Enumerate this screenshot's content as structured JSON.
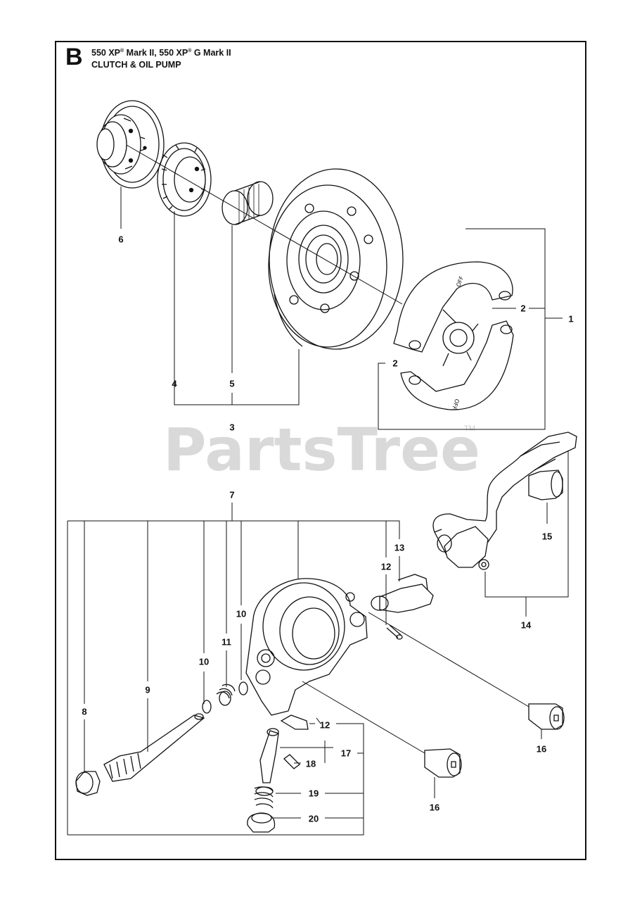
{
  "header": {
    "section_letter": "B",
    "model_a": "550 XP",
    "reg_mark": "®",
    "model_a_suffix": " Mark II, 550 XP",
    "model_b_suffix": " G Mark II",
    "subtitle": "CLUTCH & OIL PUMP"
  },
  "watermark": {
    "text": "PartsTree",
    "tm": "TM"
  },
  "callouts": {
    "c1": "1",
    "c2a": "2",
    "c2b": "2",
    "c3": "3",
    "c4": "4",
    "c5": "5",
    "c6": "6",
    "c7": "7",
    "c8": "8",
    "c9": "9",
    "c10a": "10",
    "c10b": "10",
    "c11": "11",
    "c12a": "12",
    "c12b": "12",
    "c13": "13",
    "c14": "14",
    "c15": "15",
    "c16a": "16",
    "c16b": "16",
    "c17": "17",
    "c18": "18",
    "c19": "19",
    "c20": "20"
  }
}
